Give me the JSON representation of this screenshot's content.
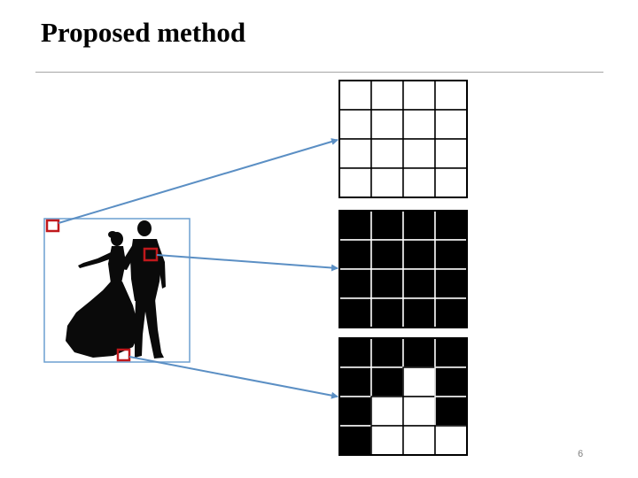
{
  "slide": {
    "title": "Proposed method",
    "page_number": "6"
  },
  "colors": {
    "arrow": "#5b8fc4",
    "frame": "#6c9fd0",
    "marker": "#c0181c",
    "cell_dark": "#000000",
    "cell_light": "#ffffff",
    "silhouette": "#0a0a0a"
  },
  "figure": {
    "image_subject": "dancing-couple-silhouette",
    "patches": [
      {
        "id": "background",
        "cells": [
          [
            0,
            0,
            0,
            0
          ],
          [
            0,
            0,
            0,
            0
          ],
          [
            0,
            0,
            0,
            0
          ],
          [
            0,
            0,
            0,
            0
          ]
        ]
      },
      {
        "id": "body",
        "cells": [
          [
            1,
            1,
            1,
            1
          ],
          [
            1,
            1,
            1,
            1
          ],
          [
            1,
            1,
            1,
            1
          ],
          [
            1,
            1,
            1,
            1
          ]
        ]
      },
      {
        "id": "edge",
        "cells": [
          [
            1,
            1,
            1,
            1
          ],
          [
            1,
            1,
            0,
            1
          ],
          [
            1,
            0,
            0,
            1
          ],
          [
            1,
            0,
            0,
            0
          ]
        ]
      }
    ]
  }
}
